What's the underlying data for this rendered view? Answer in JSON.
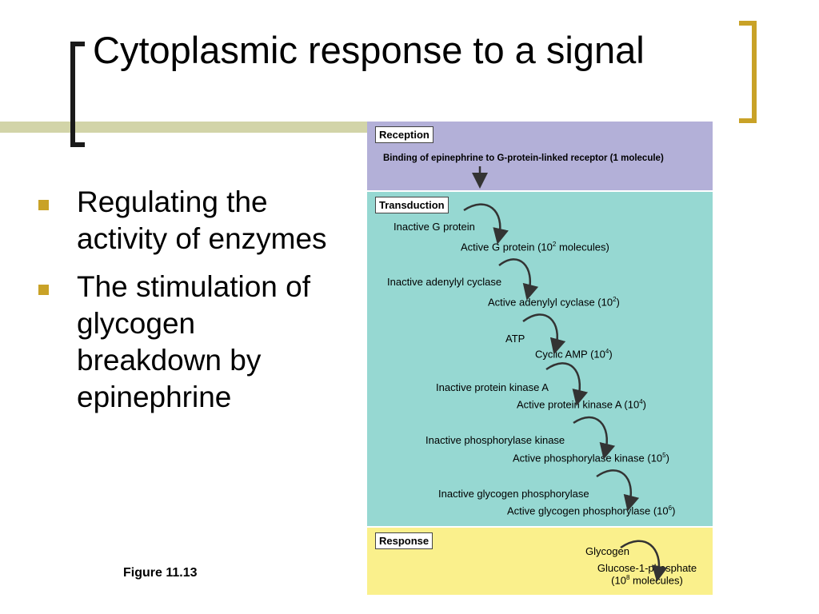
{
  "slide": {
    "title": "Cytoplasmic response to a signal",
    "bullets": [
      "Regulating the activity of enzymes",
      "The stimulation of glycogen breakdown by epinephrine"
    ],
    "figure_label": "Figure 11.13"
  },
  "figure": {
    "reception": {
      "label": "Reception",
      "text": "Binding of epinephrine to G-protein-linked receptor (1 molecule)"
    },
    "transduction": {
      "label": "Transduction",
      "steps": [
        {
          "inactive": "Inactive G protein",
          "active": "Active G protein (10",
          "sup": "2",
          "active_tail": " molecules)"
        },
        {
          "inactive": "Inactive adenylyl cyclase",
          "active": "Active adenylyl cyclase (10",
          "sup": "2",
          "active_tail": ")"
        },
        {
          "inactive": "ATP",
          "active": "Cyclic AMP (10",
          "sup": "4",
          "active_tail": ")"
        },
        {
          "inactive": "Inactive protein kinase A",
          "active": "Active protein kinase A (10",
          "sup": "4",
          "active_tail": ")"
        },
        {
          "inactive": "Inactive phosphorylase kinase",
          "active": "Active phosphorylase kinase (10",
          "sup": "5",
          "active_tail": ")"
        },
        {
          "inactive": "Inactive glycogen phosphorylase",
          "active": "Active glycogen phosphorylase (10",
          "sup": "6",
          "active_tail": ")"
        }
      ]
    },
    "response": {
      "label": "Response",
      "substrate": "Glycogen",
      "product": "Glucose-1-phosphate",
      "count_prefix": "(10",
      "count_sup": "8",
      "count_tail": " molecules)"
    }
  },
  "colors": {
    "reception_bg": "#b3b0d8",
    "transduction_bg": "#96d8d2",
    "response_bg": "#faf08c",
    "accent_gold": "#c9a227"
  }
}
